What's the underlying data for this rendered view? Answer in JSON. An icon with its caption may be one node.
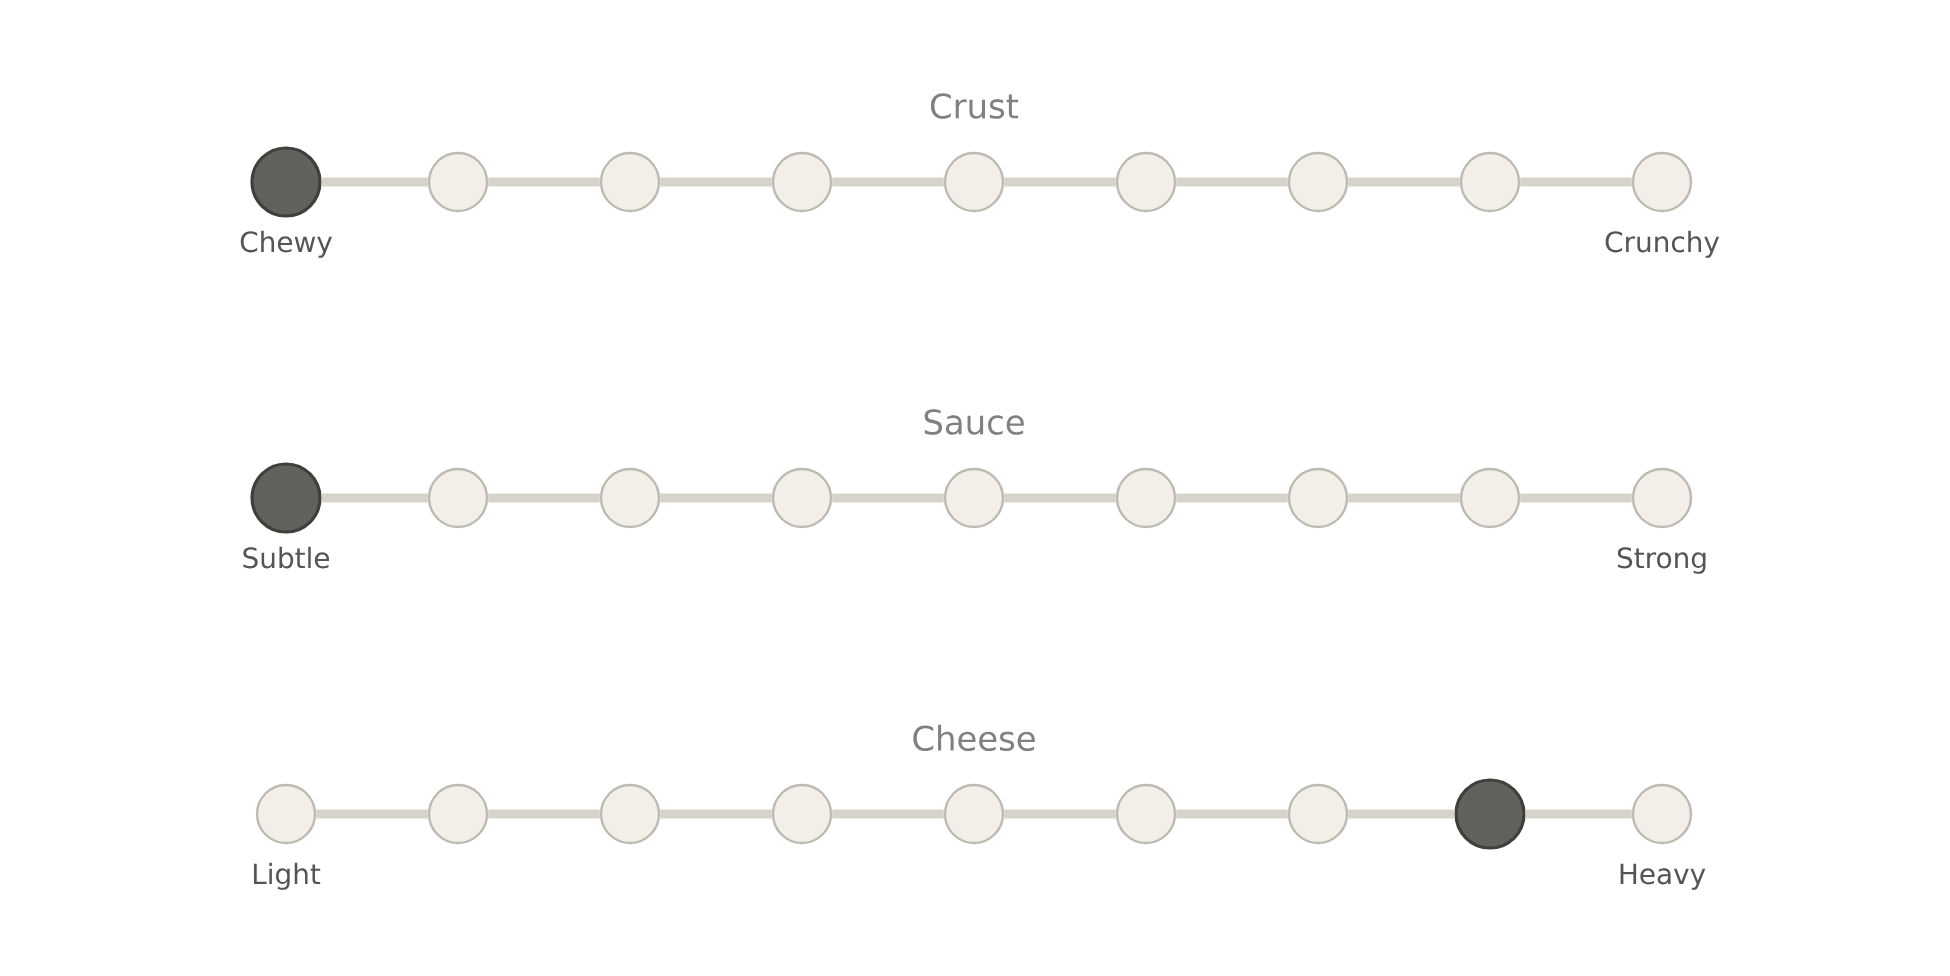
{
  "diagram": {
    "nodes": [
      {
        "text": [],
        "shape": "dot",
        "beside": [
          "Chewy"
        ]
      },
      {
        "text": [],
        "shape": "circle"
      },
      {
        "text": [],
        "shape": "circle"
      },
      {
        "text": [],
        "shape": "circle"
      },
      {
        "text": [],
        "shape": "circle"
      },
      {
        "text": [],
        "shape": "circle"
      },
      {
        "text": [],
        "shape": "circle"
      },
      {
        "text": [],
        "shape": "circle"
      },
      {
        "text": [],
        "shape": "circle",
        "beside": [
          "Crunchy"
        ]
      },
      {
        "text": [],
        "shape": "dot",
        "beside": [
          "Subtle"
        ]
      },
      {
        "text": [],
        "shape": "circle"
      },
      {
        "text": [],
        "shape": "circle"
      },
      {
        "text": [],
        "shape": "circle"
      },
      {
        "text": [],
        "shape": "circle"
      },
      {
        "text": [],
        "shape": "circle"
      },
      {
        "text": [],
        "shape": "circle"
      },
      {
        "text": [],
        "shape": "circle"
      },
      {
        "text": [],
        "shape": "circle",
        "beside": [
          "Strong"
        ]
      },
      {
        "text": [],
        "shape": "circle",
        "beside": [
          "Light"
        ]
      },
      {
        "text": [],
        "shape": "circle"
      },
      {
        "text": [],
        "shape": "circle"
      },
      {
        "text": [],
        "shape": "circle"
      },
      {
        "text": [],
        "shape": "circle"
      },
      {
        "text": [],
        "shape": "circle"
      },
      {
        "text": [],
        "shape": "circle"
      },
      {
        "text": [],
        "shape": "dot"
      },
      {
        "text": [],
        "shape": "circle",
        "beside": [
          "Heavy"
        ]
      }
    ],
    "edges": [
      {
        "from": 0,
        "to": 1,
        "arrow": "none"
      },
      {
        "from": 1,
        "to": 2,
        "arrow": "none"
      },
      {
        "from": 2,
        "to": 3,
        "arrow": "none"
      },
      {
        "from": 3,
        "to": 4,
        "arrow": "none"
      },
      {
        "from": 4,
        "to": 5,
        "arrow": "none"
      },
      {
        "from": 5,
        "to": 6,
        "arrow": "none"
      },
      {
        "from": 6,
        "to": 7,
        "arrow": "none"
      },
      {
        "from": 7,
        "to": 8,
        "arrow": "none"
      },
      {
        "from": 9,
        "to": 10,
        "arrow": "none"
      },
      {
        "from": 10,
        "to": 11,
        "arrow": "none"
      },
      {
        "from": 11,
        "to": 12,
        "arrow": "none"
      },
      {
        "from": 12,
        "to": 13,
        "arrow": "none"
      },
      {
        "from": 13,
        "to": 14,
        "arrow": "none"
      },
      {
        "from": 14,
        "to": 15,
        "arrow": "none"
      },
      {
        "from": 15,
        "to": 16,
        "arrow": "none"
      },
      {
        "from": 16,
        "to": 17,
        "arrow": "none"
      },
      {
        "from": 18,
        "to": 19,
        "arrow": "none"
      },
      {
        "from": 19,
        "to": 20,
        "arrow": "none"
      },
      {
        "from": 20,
        "to": 21,
        "arrow": "none"
      },
      {
        "from": 21,
        "to": 22,
        "arrow": "none"
      },
      {
        "from": 22,
        "to": 23,
        "arrow": "none"
      },
      {
        "from": 23,
        "to": 24,
        "arrow": "none"
      },
      {
        "from": 24,
        "to": 25,
        "arrow": "none"
      },
      {
        "from": 25,
        "to": 26,
        "arrow": "none"
      }
    ],
    "labels": [
      "Crust",
      "Sauce",
      "Cheese"
    ]
  }
}
